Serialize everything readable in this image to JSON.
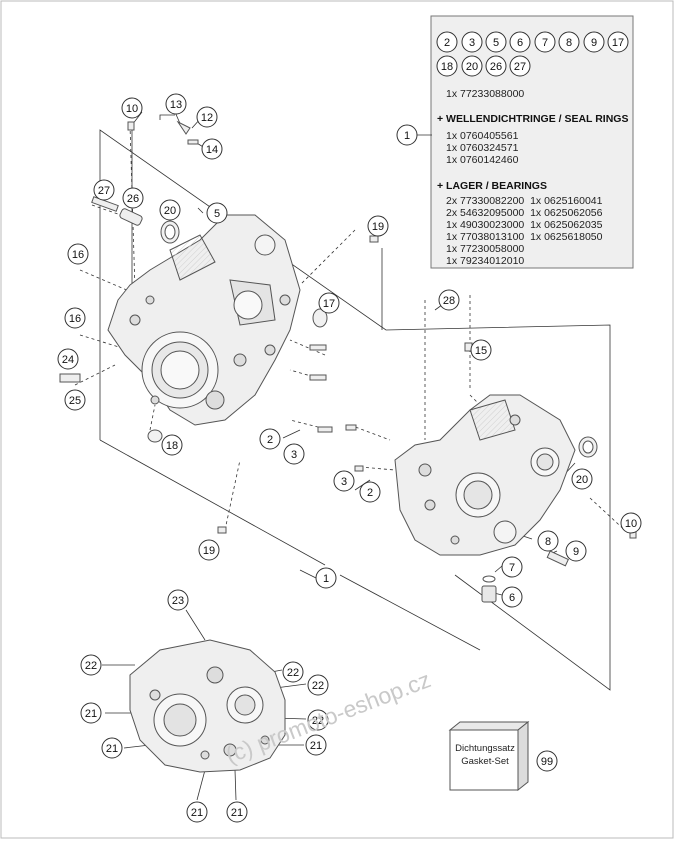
{
  "legend": {
    "kit_refs_row1": [
      "2",
      "3",
      "5",
      "6",
      "7",
      "8",
      "9",
      "17"
    ],
    "kit_refs_row2": [
      "18",
      "20",
      "26",
      "27"
    ],
    "part_line": "1x 77233088000",
    "seal_heading": "+ WELLENDICHTRINGE / SEAL RINGS",
    "seal_items": [
      "1x 0760405561",
      "1x 0760324571",
      "1x 0760142460"
    ],
    "bearing_heading": "+ LAGER / BEARINGS",
    "bearing_lines": [
      "2x 77330082200  1x 0625160041",
      "2x 54632095000  1x 0625062056",
      "1x 49030023000  1x 0625062035",
      "1x 77038013100  1x 0625618050",
      "1x 77230058000",
      "1x 79234012010"
    ],
    "legend_ref": "1"
  },
  "callouts": [
    "10",
    "13",
    "12",
    "14",
    "27",
    "26",
    "20",
    "5",
    "19",
    "16",
    "17",
    "16",
    "24",
    "25",
    "18",
    "2",
    "3",
    "28",
    "15",
    "3",
    "2",
    "20",
    "10",
    "8",
    "9",
    "19",
    "7",
    "6",
    "1",
    "23",
    "22",
    "22",
    "22",
    "21",
    "22",
    "21",
    "21",
    "21",
    "21"
  ],
  "gasket_kit": {
    "line1": "Dichtungssatz",
    "line2": "Gasket-Set",
    "ref": "99"
  },
  "watermark": "(c) promoto-eshop.cz"
}
